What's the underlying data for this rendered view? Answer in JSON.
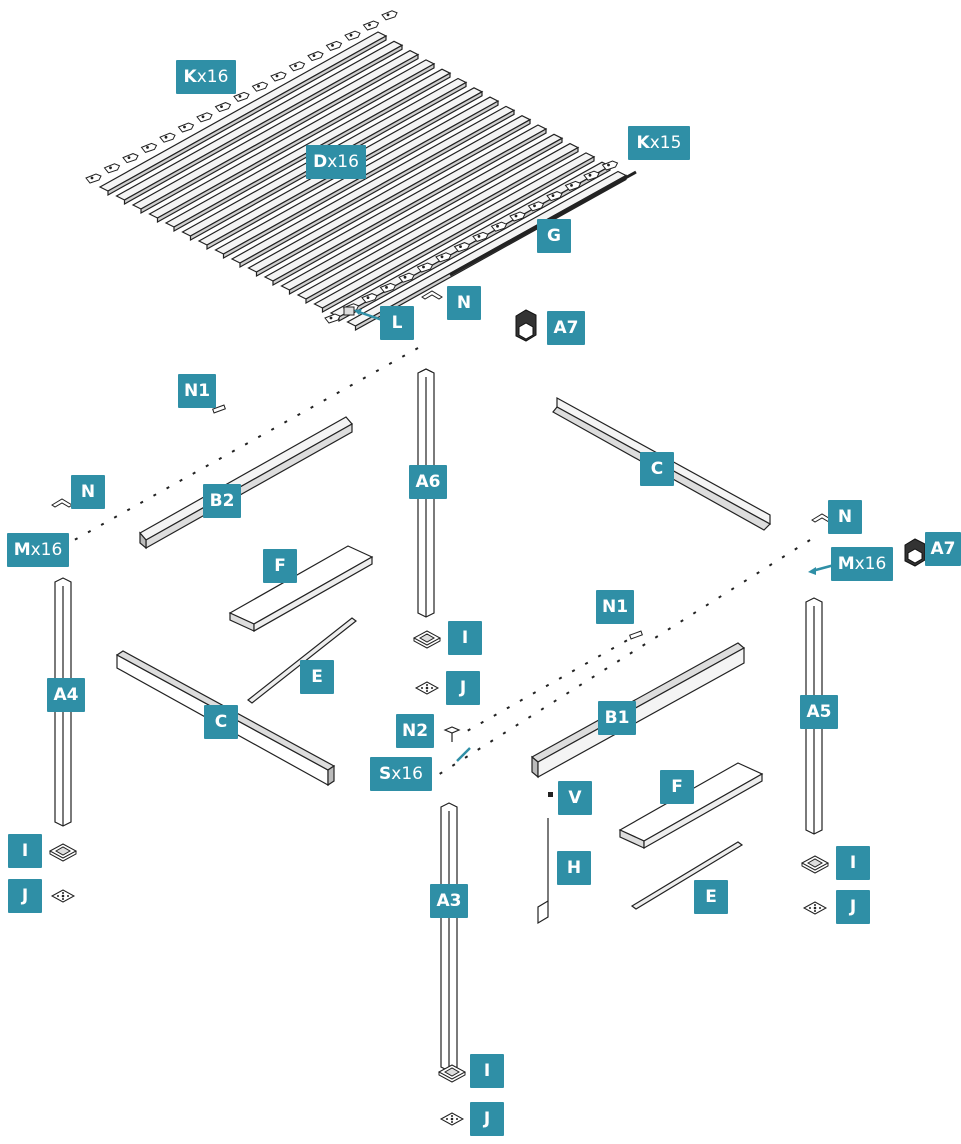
{
  "labels": {
    "k_top": {
      "key": "K",
      "qty": "x16"
    },
    "d": {
      "key": "D",
      "qty": "x16"
    },
    "k_right": {
      "key": "K",
      "qty": "x15"
    },
    "g": {
      "key": "G",
      "qty": ""
    },
    "n_top": {
      "key": "N",
      "qty": ""
    },
    "l": {
      "key": "L",
      "qty": ""
    },
    "a7_top": {
      "key": "A7",
      "qty": ""
    },
    "n1_left": {
      "key": "N1",
      "qty": ""
    },
    "a6": {
      "key": "A6",
      "qty": ""
    },
    "c_right": {
      "key": "C",
      "qty": ""
    },
    "n_left": {
      "key": "N",
      "qty": ""
    },
    "b2": {
      "key": "B2",
      "qty": ""
    },
    "n_right": {
      "key": "N",
      "qty": ""
    },
    "a7_right": {
      "key": "A7",
      "qty": ""
    },
    "m_left": {
      "key": "M",
      "qty": "x16"
    },
    "m_right": {
      "key": "M",
      "qty": "x16"
    },
    "f_left": {
      "key": "F",
      "qty": ""
    },
    "n1_right": {
      "key": "N1",
      "qty": ""
    },
    "i_a6": {
      "key": "I",
      "qty": ""
    },
    "a4": {
      "key": "A4",
      "qty": ""
    },
    "e_left": {
      "key": "E",
      "qty": ""
    },
    "j_a6": {
      "key": "J",
      "qty": ""
    },
    "c_left": {
      "key": "C",
      "qty": ""
    },
    "a5": {
      "key": "A5",
      "qty": ""
    },
    "n2": {
      "key": "N2",
      "qty": ""
    },
    "b1": {
      "key": "B1",
      "qty": ""
    },
    "s": {
      "key": "S",
      "qty": "x16"
    },
    "v": {
      "key": "V",
      "qty": ""
    },
    "f_right": {
      "key": "F",
      "qty": ""
    },
    "i_a4": {
      "key": "I",
      "qty": ""
    },
    "h": {
      "key": "H",
      "qty": ""
    },
    "i_a5": {
      "key": "I",
      "qty": ""
    },
    "j_a4": {
      "key": "J",
      "qty": ""
    },
    "a3": {
      "key": "A3",
      "qty": ""
    },
    "e_right": {
      "key": "E",
      "qty": ""
    },
    "j_a5": {
      "key": "J",
      "qty": ""
    },
    "i_a3": {
      "key": "I",
      "qty": ""
    },
    "j_a3": {
      "key": "J",
      "qty": ""
    }
  },
  "colors": {
    "label_bg": "#2f8fa6",
    "label_text": "#ffffff",
    "line": "#222222",
    "part_fill": "#f2f2f2"
  }
}
